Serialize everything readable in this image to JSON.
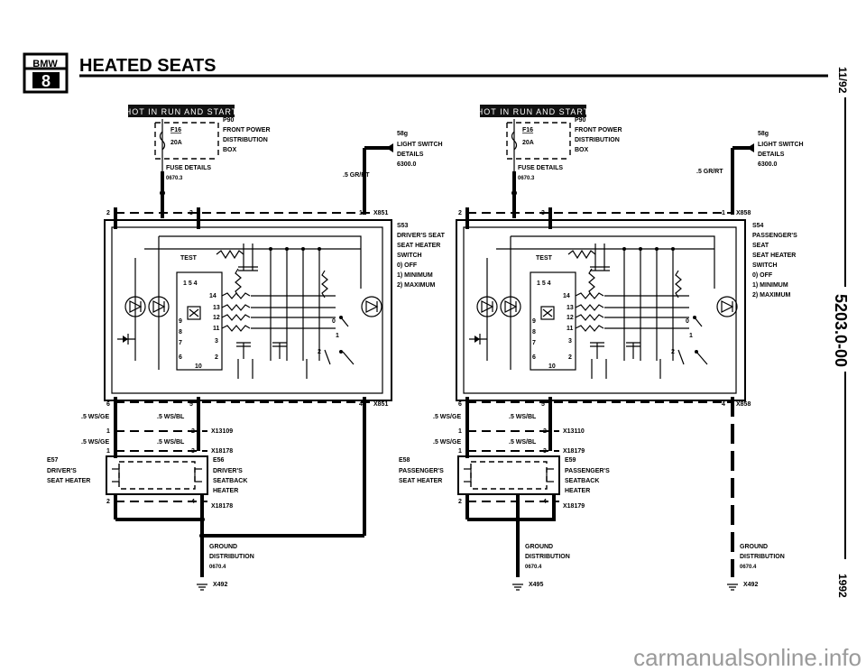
{
  "header": {
    "logo_top": "BMW",
    "logo_bottom": "8",
    "title": "HEATED SEATS"
  },
  "side": {
    "date": "11/92",
    "doc_number": "5203.0-00",
    "year": "1992"
  },
  "watermark": "carmanualsonline.info",
  "left": {
    "banner": "HOT IN RUN AND START",
    "fuse": "F16",
    "fuse_amp": "20A",
    "p90": "P90",
    "front_power_1": "FRONT POWER",
    "front_power_2": "DISTRIBUTION",
    "front_power_3": "BOX",
    "fuse_details": "FUSE DETAILS",
    "fuse_details_ref": "0670.3",
    "s58g": "58g",
    "light_switch": "LIGHT SWITCH",
    "light_details": "DETAILS",
    "light_ref": "6300.0",
    "wire_grrt": ".5 GR/RT",
    "conn_x851a": "X851",
    "pin_2": "2",
    "pin_3": "3",
    "pin_1": "1",
    "s53": "S53",
    "switch_1": "DRIVER'S SEAT",
    "switch_2": "SEAT HEATER",
    "switch_3": "SWITCH",
    "off": "0)  OFF",
    "min": "1)  MINIMUM",
    "max": "2)  MAXIMUM",
    "test": "TEST",
    "pins_top": "1   5   4",
    "p14": "14",
    "p13": "13",
    "p12": "12",
    "p11": "11",
    "p3": "3",
    "p2": "2",
    "p9": "9",
    "p8": "8",
    "p7": "7",
    "p6": "6",
    "p10": "10",
    "sw0": "0",
    "sw1": "1",
    "sw2": "2",
    "pin_6": "6",
    "pin_5": "5",
    "pin_4": "4",
    "conn_x851b": "X851",
    "wire_wsge1": ".5 WS/GE",
    "wire_wsbl1": ".5 WS/BL",
    "pin_1b": "1",
    "pin_2b": "2",
    "conn_x13109": "X13109",
    "wire_wsge2": ".5 WS/GE",
    "wire_wsbl2": ".5 WS/BL",
    "pin_1c": "1",
    "pin_3c": "3",
    "conn_x18178": "X18178",
    "e57": "E57",
    "heater_label_1": "DRIVER'S",
    "heater_label_2": "SEAT HEATER",
    "e56": "E56",
    "back_1": "DRIVER'S",
    "back_2": "SEATBACK",
    "back_3": "HEATER",
    "pin_2d": "2",
    "pin_4d": "4",
    "conn_x18178b": "X18178",
    "ground_1": "GROUND",
    "ground_2": "DISTRIBUTION",
    "ground_ref": "0670.4",
    "ground_conn": "X492"
  },
  "right": {
    "banner": "HOT IN RUN AND START",
    "fuse": "F16",
    "fuse_amp": "20A",
    "p90": "P90",
    "front_power_1": "FRONT POWER",
    "front_power_2": "DISTRIBUTION",
    "front_power_3": "BOX",
    "fuse_details": "FUSE DETAILS",
    "fuse_details_ref": "0670.3",
    "s58g": "58g",
    "light_switch": "LIGHT SWITCH",
    "light_details": "DETAILS",
    "light_ref": "6300.0",
    "wire_grrt": ".5 GR/RT",
    "conn_x858a": "X858",
    "pin_2": "2",
    "pin_3": "3",
    "pin_1": "1",
    "s54": "S54",
    "switch_1": "PASSENGER'S",
    "switch_2": "SEAT",
    "switch_3": "SEAT HEATER",
    "switch_4": "SWITCH",
    "off": "0)  OFF",
    "min": "1)  MINIMUM",
    "max": "2)  MAXIMUM",
    "test": "TEST",
    "pins_top": "1   5   4",
    "p14": "14",
    "p13": "13",
    "p12": "12",
    "p11": "11",
    "p3": "3",
    "p2": "2",
    "p9": "9",
    "p8": "8",
    "p7": "7",
    "p6": "6",
    "p10": "10",
    "sw0": "0",
    "sw1": "1",
    "sw2": "2",
    "pin_6": "6",
    "pin_5": "5",
    "pin_4": "4",
    "conn_x858b": "X858",
    "wire_wsge1": ".5 WS/GE",
    "wire_wsbl1": ".5 WS/BL",
    "pin_1b": "1",
    "pin_2b": "2",
    "conn_x13110": "X13110",
    "wire_wsge2": ".5 WS/GE",
    "wire_wsbl2": ".5 WS/BL",
    "pin_1c": "1",
    "pin_3c": "3",
    "conn_x18179": "X18179",
    "e58": "E58",
    "heater_label_1": "PASSENGER'S",
    "heater_label_2": "SEAT HEATER",
    "e59": "E59",
    "back_1": "PASSENGER'S",
    "back_2": "SEATBACK",
    "back_3": "HEATER",
    "pin_2d": "2",
    "pin_4d": "4",
    "conn_x18179b": "X18179",
    "ground_1": "GROUND",
    "ground_2": "DISTRIBUTION",
    "ground_ref": "0670.4",
    "ground_conn": "X495",
    "ground2_1": "GROUND",
    "ground2_2": "DISTRIBUTION",
    "ground2_ref": "0670.4",
    "ground2_conn": "X492"
  }
}
